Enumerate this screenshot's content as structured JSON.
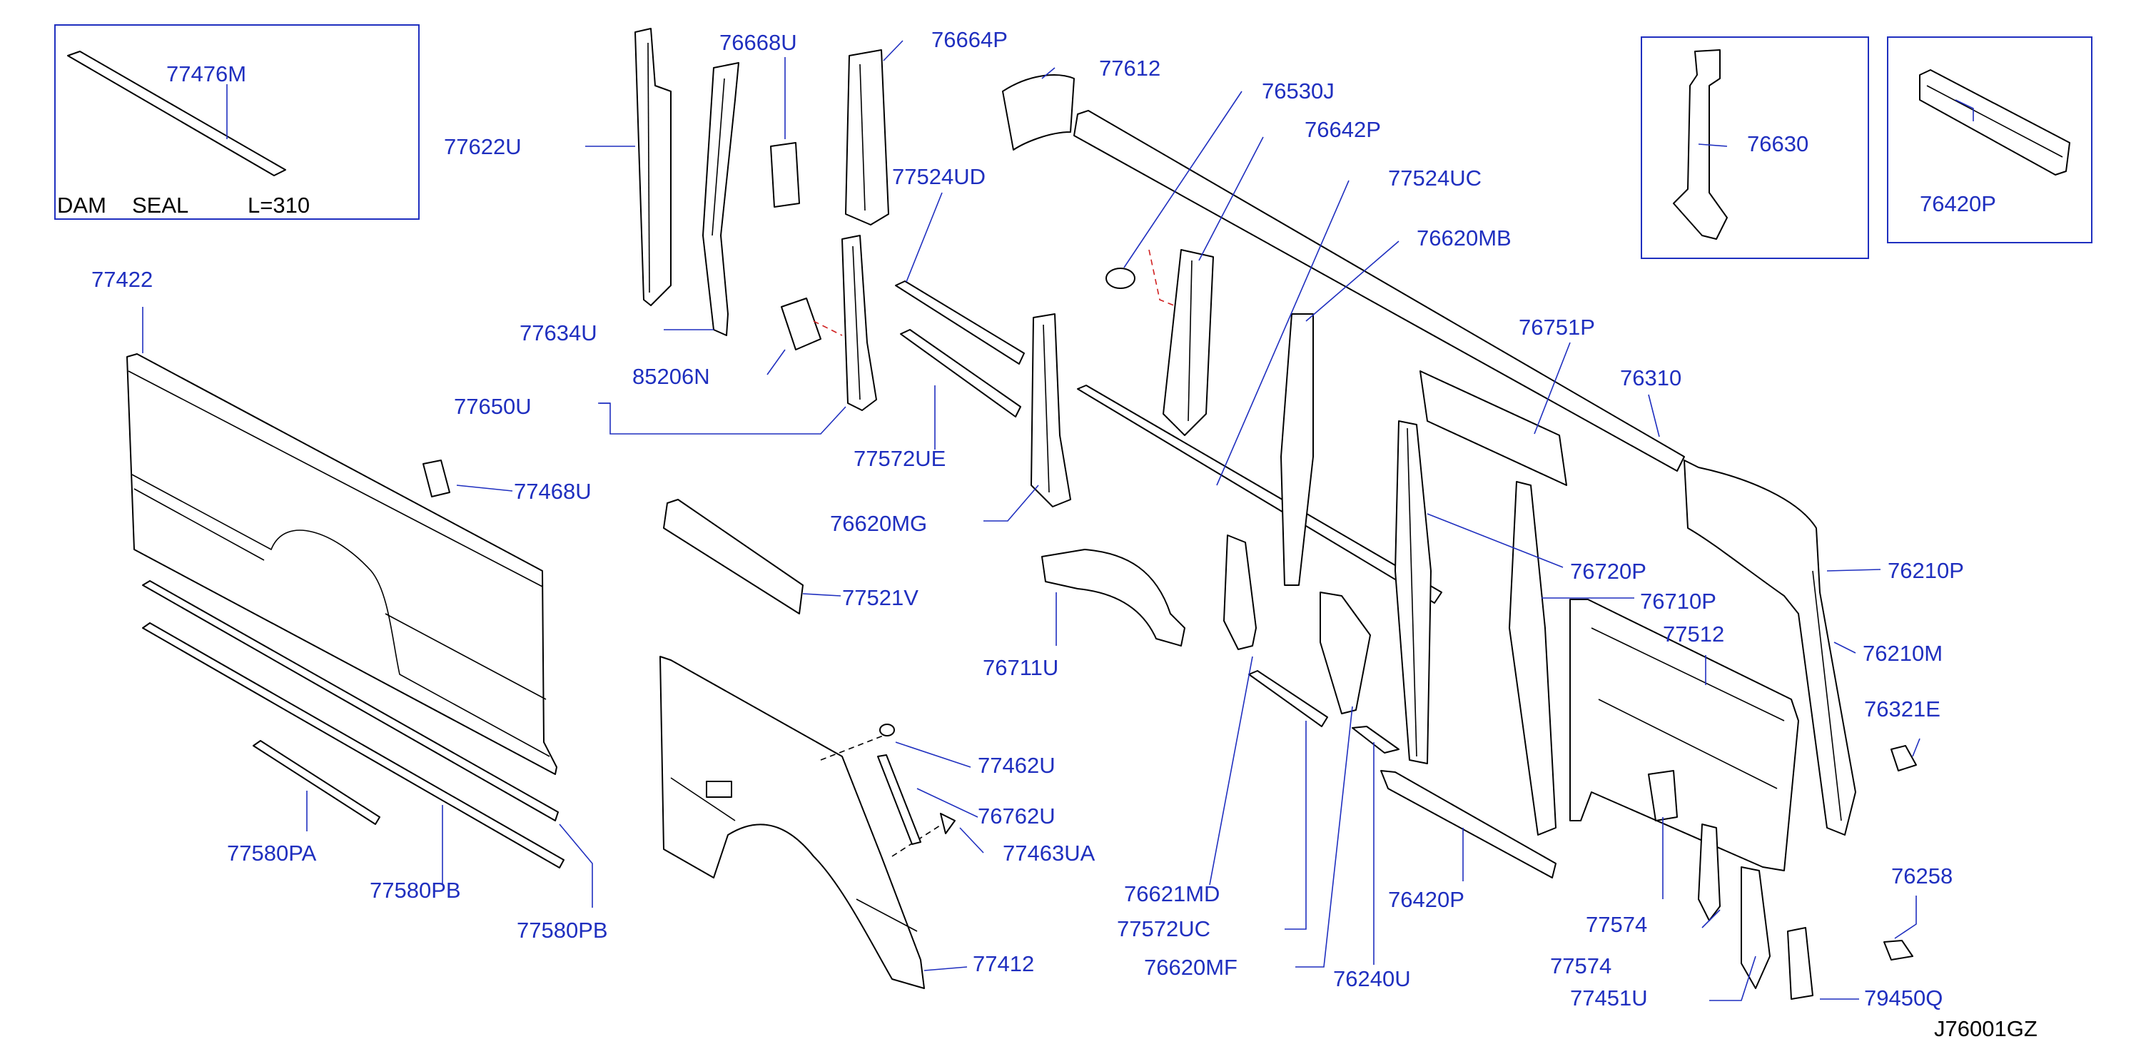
{
  "parts": [
    "77476M",
    "77622U",
    "76668U",
    "76664P",
    "77612",
    "76530J",
    "76642P",
    "77524UD",
    "77524UC",
    "76620MB",
    "76630",
    "76420P",
    "77422",
    "77634U",
    "85206N",
    "77650U",
    "77468U",
    "77572UE",
    "76751P",
    "76310",
    "76620MG",
    "77521V",
    "76720P",
    "76210P",
    "76711U",
    "76710P",
    "77512",
    "76210M",
    "76321E",
    "77462U",
    "76762U",
    "77463UA",
    "77580PA",
    "77580PB",
    "77580PB",
    "76621MD",
    "77572UC",
    "76620MF",
    "76240U",
    "76420P",
    "77574",
    "77574",
    "76258",
    "77412",
    "77451U",
    "79450Q"
  ],
  "inset_note": {
    "dam": "DAM",
    "seal": "SEAL",
    "length": "L=310"
  },
  "diagram_code": "J76001GZ",
  "colors": {
    "label": "#1f2fbf",
    "line": "#000000",
    "highlight": "#d02020"
  }
}
